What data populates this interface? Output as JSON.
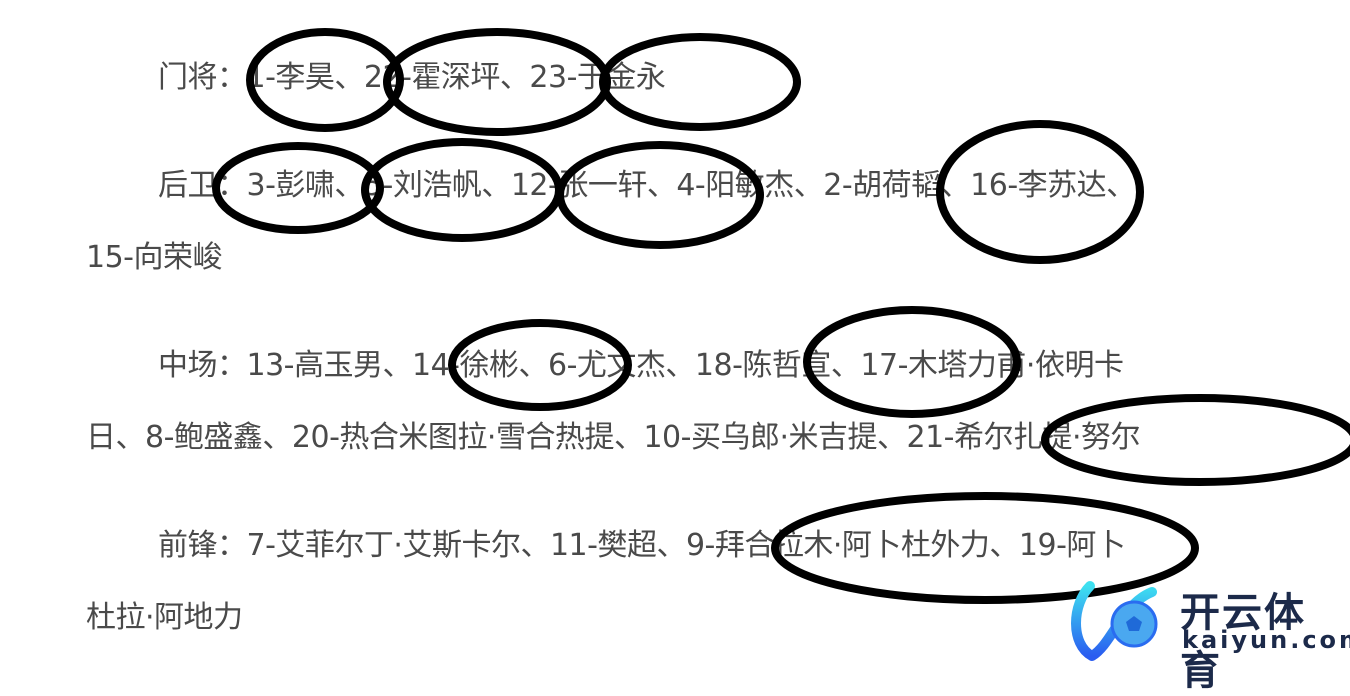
{
  "lines": [
    "门将：1-李昊、22-霍深坪、23-于金永",
    "后卫：3-彭啸、5-刘浩帆、12-张一轩、4-阳敏杰、2-胡荷韬、16-李苏达、",
    "15-向荣峻",
    "中场：13-高玉男、14-徐彬、6-尤文杰、18-陈哲宣、17-木塔力甫·依明卡",
    "日、8-鲍盛鑫、20-热合米图拉·雪合热提、10-买乌郎·米吉提、21-希尔扎提·努尔",
    "前锋：7-艾菲尔丁·艾斯卡尔、11-樊超、9-拜合拉木·阿卜杜外力、19-阿卜",
    "杜拉·阿地力"
  ],
  "logo": {
    "cn": "开云体育",
    "en": "kaiyun.com"
  }
}
